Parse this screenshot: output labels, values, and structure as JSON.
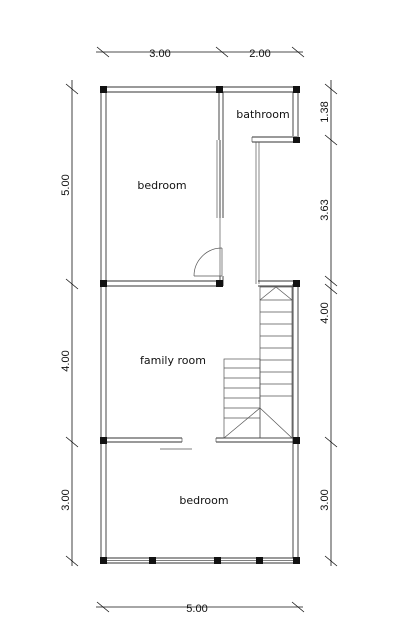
{
  "dimensions": {
    "top_left": "3.00",
    "top_right": "2.00",
    "left_upper": "5.00",
    "left_middle": "4.00",
    "left_lower": "3.00",
    "right_top": "1.38",
    "right_upper": "3.63",
    "right_middle": "4.00",
    "right_lower": "3.00",
    "bottom": "5.00"
  },
  "rooms": {
    "bathroom": "bathroom",
    "bedroom_upper": "bedroom",
    "family_room": "family room",
    "bedroom_lower": "bedroom"
  }
}
